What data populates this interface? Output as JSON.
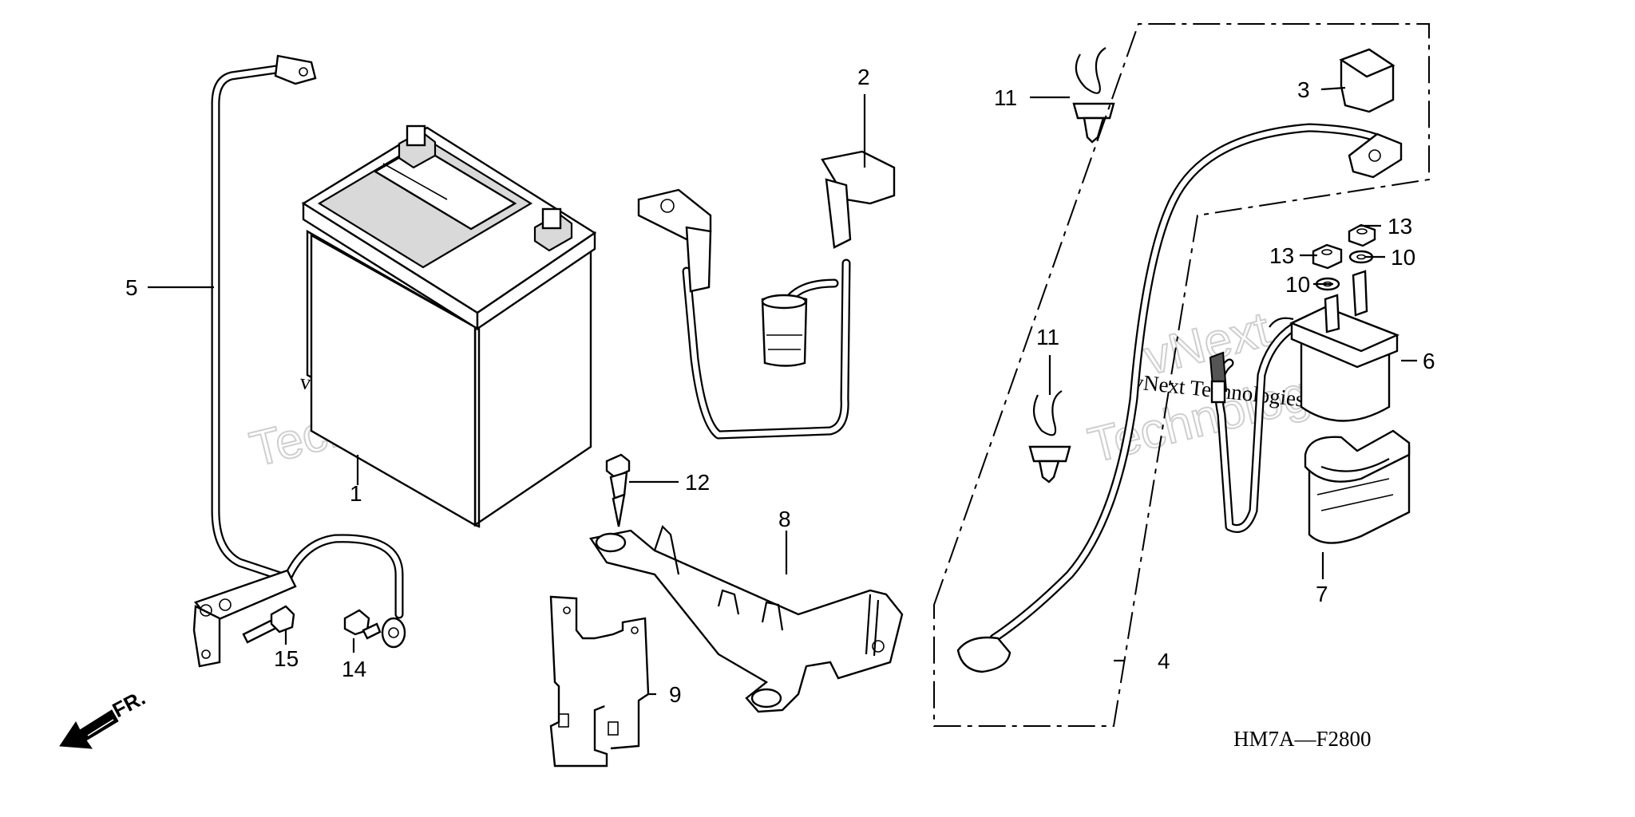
{
  "diagram": {
    "drawing_code": "HM7A—F2800",
    "direction_label": "FR.",
    "watermarks": {
      "small_text": "vNext Technologies",
      "big_word_1": "vNext",
      "big_word_2": "Technologies"
    },
    "callouts": [
      {
        "key": "battery",
        "number": "1"
      },
      {
        "key": "fuse-harness",
        "number": "2"
      },
      {
        "key": "terminal-cover",
        "number": "3"
      },
      {
        "key": "negative-cable",
        "number": "4"
      },
      {
        "key": "positive-cable",
        "number": "5"
      },
      {
        "key": "starter-relay",
        "number": "6"
      },
      {
        "key": "relay-holder",
        "number": "7"
      },
      {
        "key": "battery-stay",
        "number": "8"
      },
      {
        "key": "plate",
        "number": "9"
      },
      {
        "key": "washer-a",
        "number": "10"
      },
      {
        "key": "washer-b",
        "number": "10"
      },
      {
        "key": "clip-a",
        "number": "11"
      },
      {
        "key": "clip-b",
        "number": "11"
      },
      {
        "key": "rivet",
        "number": "12"
      },
      {
        "key": "nut-a",
        "number": "13"
      },
      {
        "key": "nut-b",
        "number": "13"
      },
      {
        "key": "flange-bolt",
        "number": "14"
      },
      {
        "key": "bolt",
        "number": "15"
      }
    ]
  }
}
